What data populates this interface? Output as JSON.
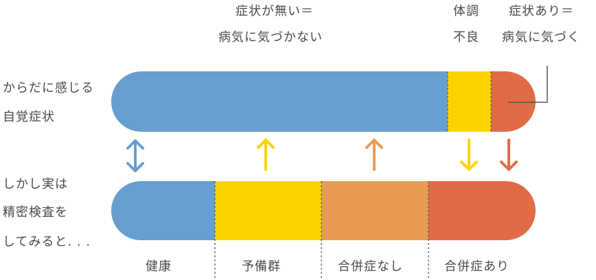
{
  "top_labels": {
    "no_symptoms_line1": "症状が無い＝",
    "no_symptoms_line2": "病気に気づかない",
    "unwell_line1": "体調",
    "unwell_line2": "不良",
    "symptoms_line1": "症状あり＝",
    "symptoms_line2": "病気に気づく"
  },
  "left_labels": {
    "felt_line1": "からだに感じる",
    "felt_line2": "自覚症状",
    "actual_line1": "しかし実は",
    "actual_line2": "精密検査を",
    "actual_line3": "してみると. . ."
  },
  "bottom_labels": {
    "healthy": "健康",
    "pre_disease": "予備群",
    "no_complication": "合併症なし",
    "complication": "合併症あり"
  },
  "colors": {
    "blue": "#659ecf",
    "yellow": "#fdd400",
    "light_orange": "#e89b52",
    "red_orange": "#e06c47"
  }
}
